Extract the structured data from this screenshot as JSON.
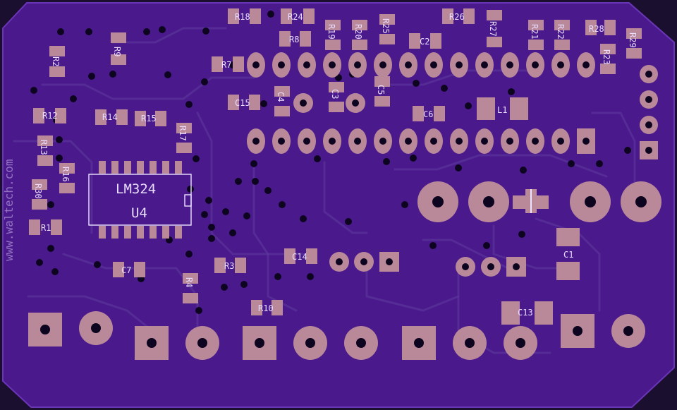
{
  "board": {
    "color": "#4a1a8c",
    "edge_color": "#1a0f2e",
    "pad_color": "#b9899a",
    "silk_color": "#ece4ff",
    "side_text": "www.waltech.com"
  },
  "ic": {
    "part": "LM324",
    "designator": "U4"
  },
  "designators": {
    "R18": "R18",
    "R24": "R24",
    "R26": "R26",
    "R19": "R19",
    "R20": "R20",
    "R25": "R25",
    "R27": "R27",
    "R21": "R21",
    "R22": "R22",
    "R28": "R28",
    "R29": "R29",
    "R23": "R23",
    "R8": "R8",
    "R7": "R7",
    "R2": "R2",
    "R9": "R9",
    "R12": "R12",
    "R14": "R14",
    "R15": "R15",
    "R17": "R17",
    "R13": "R13",
    "R16": "R16",
    "R30": "R30",
    "R1": "R1",
    "R3": "R3",
    "R4": "R4",
    "R10": "R10",
    "C2": "C2",
    "C3": "C3",
    "C4": "C4",
    "C5": "C5",
    "C6": "C6",
    "C7": "C7",
    "C14": "C14",
    "C15": "C15",
    "C1": "C1",
    "C13": "C13",
    "L1": "L1"
  }
}
